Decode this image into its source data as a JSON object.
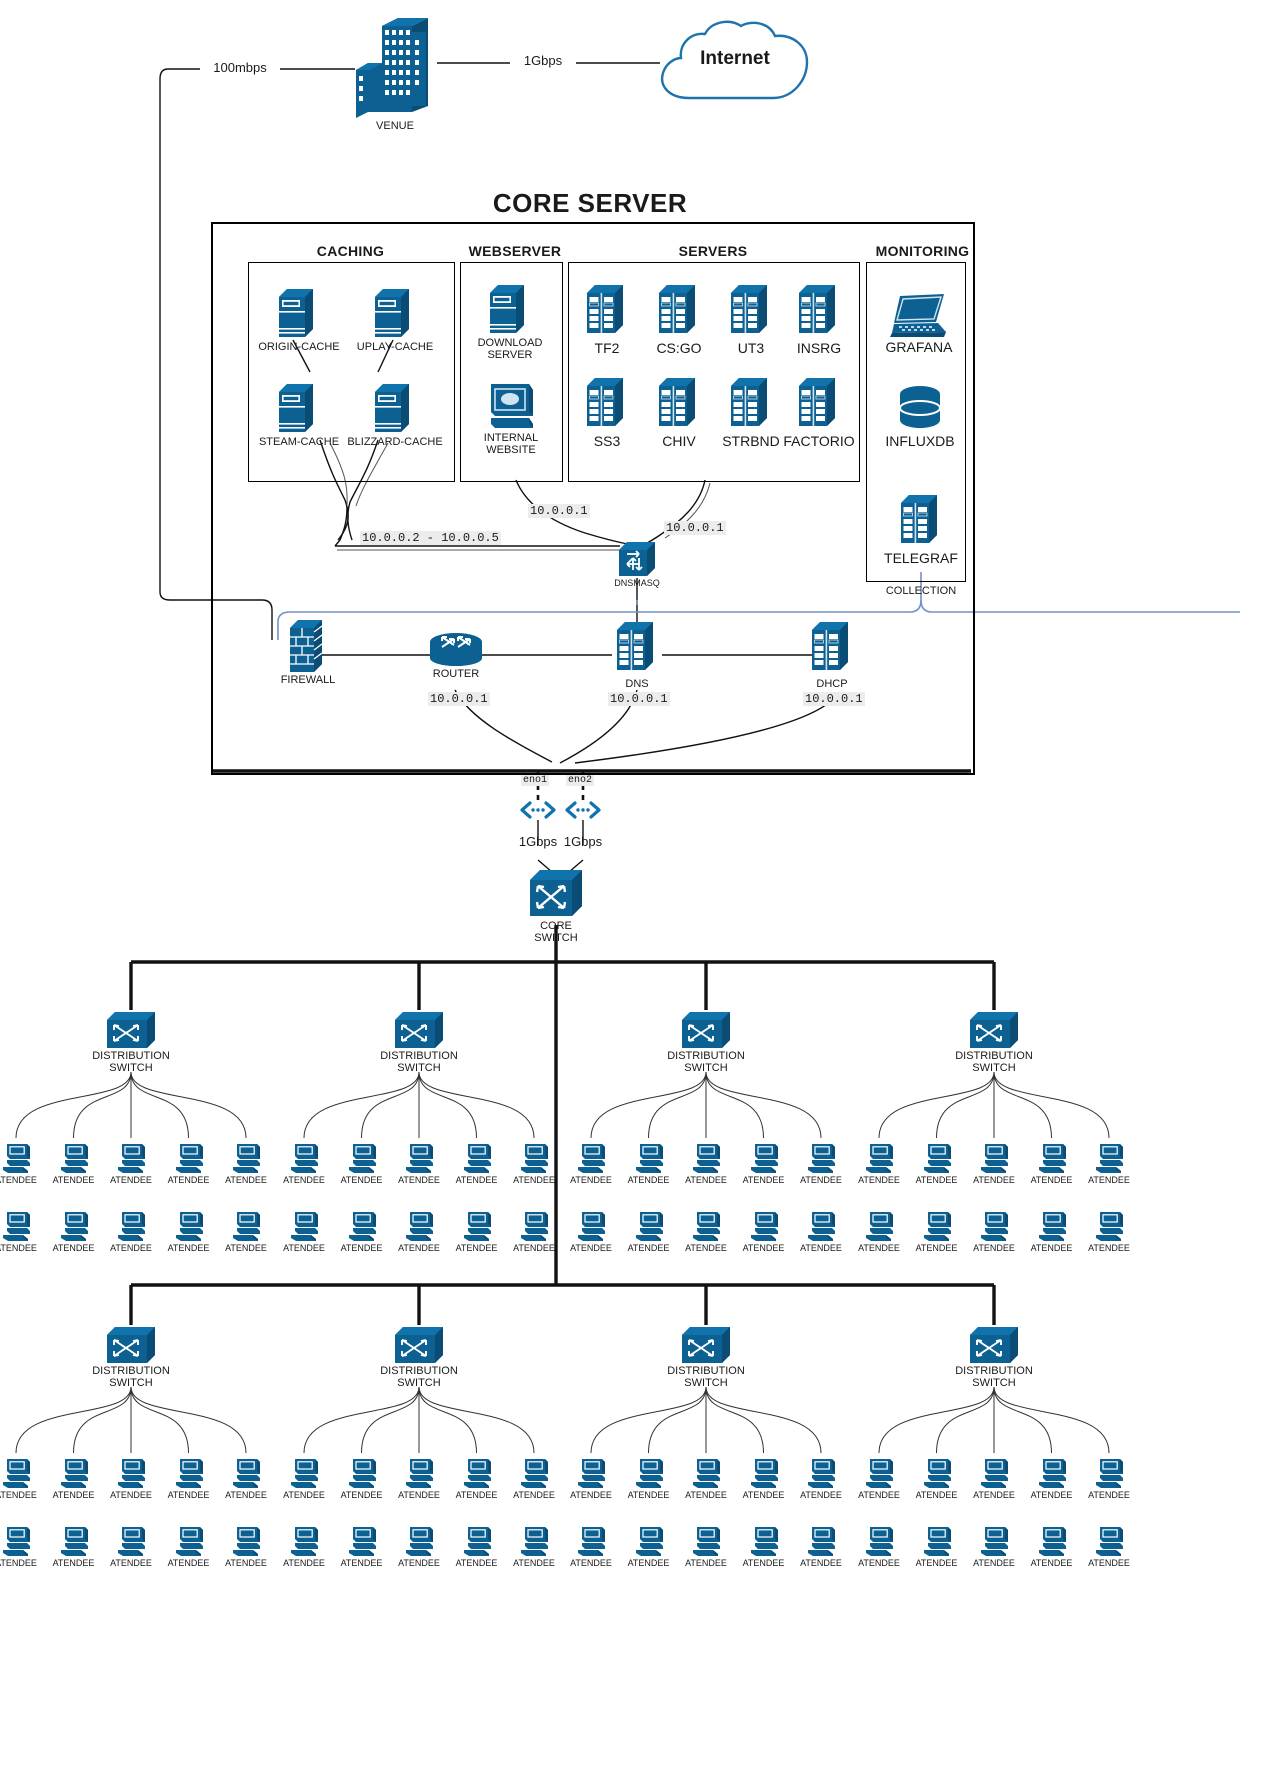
{
  "diagram": {
    "title": "CORE SERVER",
    "internet": {
      "label": "Internet"
    },
    "venue": {
      "label": "VENUE"
    },
    "links": {
      "venue_uplink": "100mbps",
      "internet_link": "1Gbps",
      "eno1": "eno1",
      "eno2": "eno2",
      "eno1_speed": "1Gbps",
      "eno2_speed": "1Gbps",
      "cache_range": "10.0.0.2 - 10.0.0.5",
      "website_ip": "10.0.0.1",
      "servers_ip": "10.0.0.1",
      "collection": "COLLECTION"
    },
    "sections": [
      {
        "key": "caching",
        "title": "CACHING"
      },
      {
        "key": "webserver",
        "title": "WEBSERVER"
      },
      {
        "key": "servers",
        "title": "SERVERS"
      },
      {
        "key": "monitoring",
        "title": "MONITORING"
      }
    ],
    "caching": {
      "nodes": [
        {
          "label": "ORIGIN-CACHE",
          "icon": "server-tower-icon"
        },
        {
          "label": "UPLAY-CACHE",
          "icon": "server-tower-icon"
        },
        {
          "label": "STEAM-CACHE",
          "icon": "server-tower-icon"
        },
        {
          "label": "BLIZZARD-CACHE",
          "icon": "server-tower-icon"
        }
      ]
    },
    "webserver": {
      "nodes": [
        {
          "label": "DOWNLOAD\nSERVER",
          "icon": "server-tower-icon"
        },
        {
          "label": "INTERNAL\nWEBSITE",
          "icon": "workstation-icon"
        }
      ]
    },
    "servers": {
      "nodes": [
        {
          "label": "TF2",
          "icon": "rack-server-icon"
        },
        {
          "label": "CS:GO",
          "icon": "rack-server-icon"
        },
        {
          "label": "UT3",
          "icon": "rack-server-icon"
        },
        {
          "label": "INSRG",
          "icon": "rack-server-icon"
        },
        {
          "label": "SS3",
          "icon": "rack-server-icon"
        },
        {
          "label": "CHIV",
          "icon": "rack-server-icon"
        },
        {
          "label": "STRBND",
          "icon": "rack-server-icon"
        },
        {
          "label": "FACTORIO",
          "icon": "rack-server-icon"
        }
      ]
    },
    "monitoring": {
      "nodes": [
        {
          "label": "GRAFANA",
          "icon": "laptop-icon"
        },
        {
          "label": "INFLUXDB",
          "icon": "database-icon"
        },
        {
          "label": "TELEGRAF",
          "icon": "rack-server-icon"
        }
      ]
    },
    "infrastructure": [
      {
        "label": "DNSMASQ",
        "ip": "",
        "icon": "multiswitch-icon"
      },
      {
        "label": "FIREWALL",
        "ip": "",
        "icon": "firewall-icon"
      },
      {
        "label": "ROUTER",
        "ip": "10.0.0.1",
        "icon": "router-icon"
      },
      {
        "label": "DNS",
        "ip": "10.0.0.1",
        "icon": "rack-server-icon"
      },
      {
        "label": "DHCP",
        "ip": "10.0.0.1",
        "icon": "rack-server-icon"
      }
    ],
    "core_switch": {
      "label": "CORE\nSWITCH",
      "icon": "switch-icon"
    },
    "distribution_switch_label": "DISTRIBUTION\nSWITCH",
    "attendee_label": "ATENDEE",
    "distribution_switches": 8,
    "attendees_per_switch": 10,
    "colors": {
      "node_blue": "#0d6192",
      "node_blue_dark": "#0a4c73",
      "line_black": "#111111",
      "line_blue": "#7391c4",
      "ip_bg": "#ececec"
    }
  }
}
